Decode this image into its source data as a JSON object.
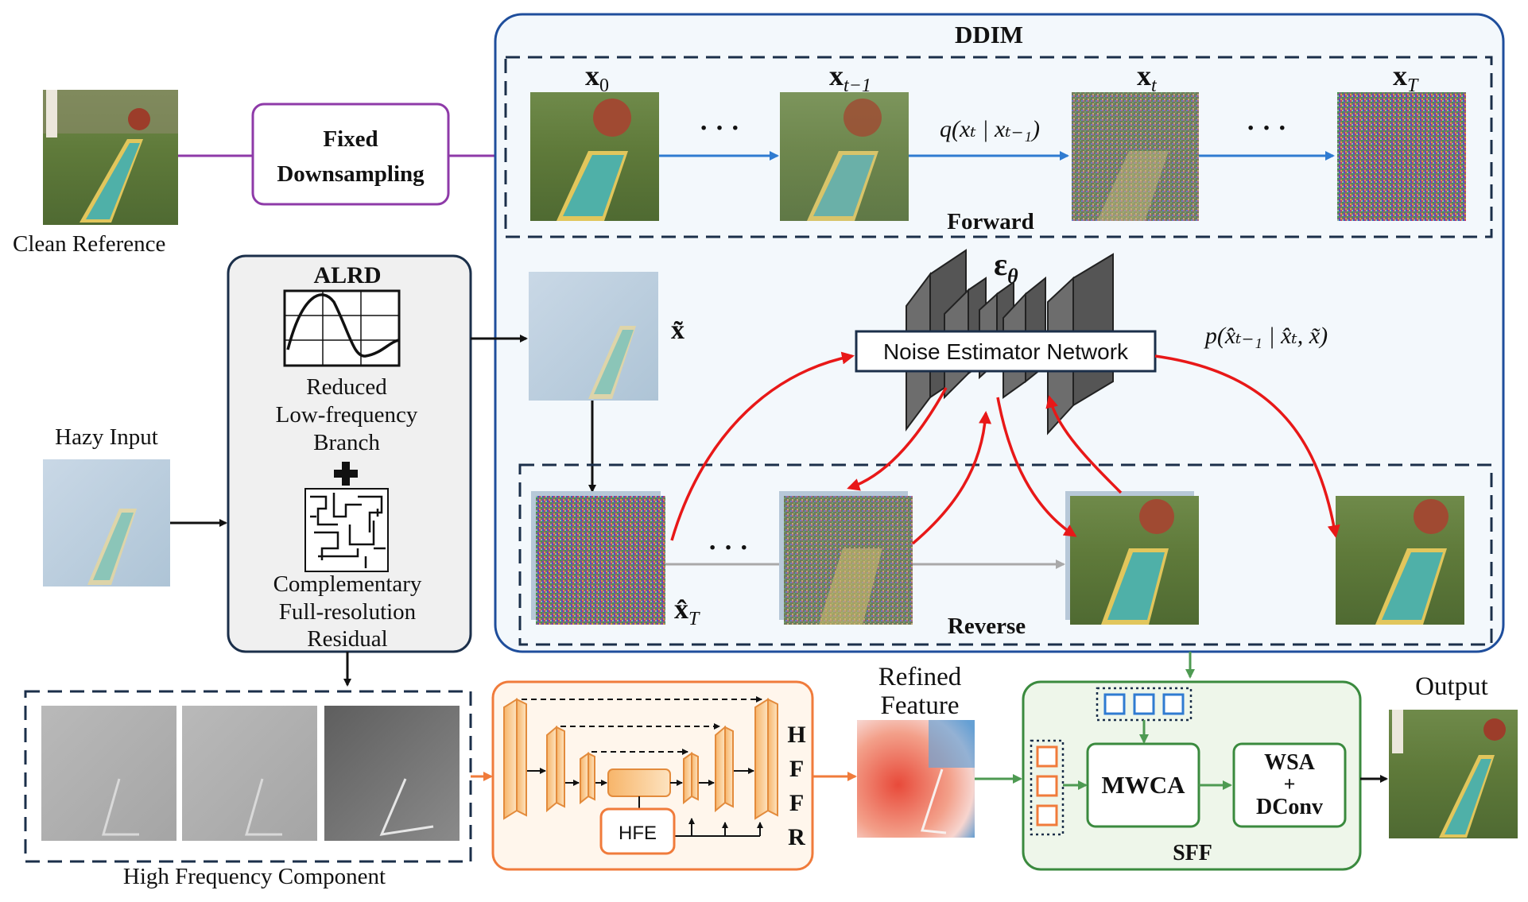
{
  "labels": {
    "clean_reference": "Clean Reference",
    "hazy_input": "Hazy Input",
    "fixed_line1": "Fixed",
    "fixed_line2": "Downsampling",
    "ddim": "DDIM",
    "forward": "Forward",
    "reverse": "Reverse",
    "x0": "x",
    "x0_sub": "0",
    "xt1": "x",
    "xt1_sub": "t−1",
    "xt": "x",
    "xt_sub": "t",
    "xT": "x",
    "xT_sub": "T",
    "q_formula": "q(xₜ | xₜ₋₁)",
    "ellipsis": "· · ·",
    "alrd_title": "ALRD",
    "alrd_low1": "Reduced",
    "alrd_low2": "Low-frequency",
    "alrd_low3": "Branch",
    "alrd_res1": "Complementary",
    "alrd_res2": "Full-resolution",
    "alrd_res3": "Residual",
    "x_tilde": "x̃",
    "epsilon": "ε",
    "epsilon_sub": "θ",
    "noise_estimator": "Noise Estimator Network",
    "p_formula": "p(x̂ₜ₋₁ | x̂ₜ, x̃)",
    "xhat_T": "x̂",
    "xhat_T_sub": "T",
    "hf_component": "High Frequency Component",
    "hffr": [
      "H",
      "F",
      "F",
      "R"
    ],
    "hfe": "HFE",
    "refined1": "Refined",
    "refined2": "Feature",
    "mwca": "MWCA",
    "wsa1": "WSA",
    "wsa2": "+",
    "wsa3": "DConv",
    "sff": "SFF",
    "output": "Output"
  },
  "colors": {
    "ddim_border": "#1f4e9c",
    "ddim_fill": "#f3f8fc",
    "purple": "#8e3aa8",
    "orange": "#f07b3b",
    "orange_fill": "#fbd7a6",
    "green": "#3a8a3e",
    "green_fill": "#eef6ea",
    "red": "#e81818",
    "blue_arrow": "#2f7bd1",
    "gray_arrow": "#a9a9a9",
    "alrd_fill": "#f0f0f0",
    "alrd_border": "#1b2f4a"
  }
}
